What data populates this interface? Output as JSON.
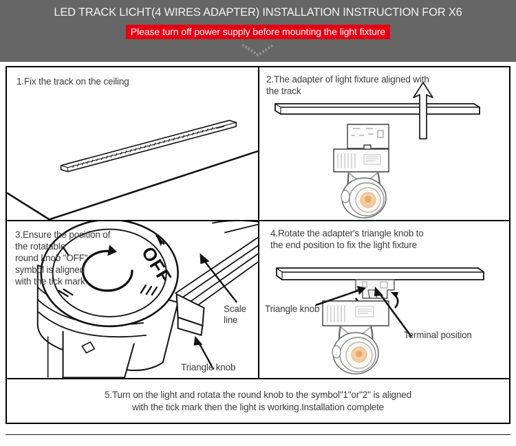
{
  "header": {
    "title": "LED TRACK LICHT(4 WIRES ADAPTER) INSTALLATION INSTRUCTION FOR X6",
    "warning": "Please turn off power supply before mounting the light fixture",
    "chevron_icon": "chevron-down-icon",
    "background_color": "#666666",
    "warning_color": "#e60012",
    "title_color": "#f2f2f2"
  },
  "steps": [
    {
      "number": "1",
      "title": "1.Fix the track on the ceiling",
      "illustration": "ceiling-corner-with-track-rail"
    },
    {
      "number": "2",
      "title": "2.The adapter of light fixture aligned with\n   the track",
      "illustration": "track-rail-and-light-fixture-with-up-arrow"
    },
    {
      "number": "3",
      "title": "3.Ensure the position of\n   the rotatable\n   round knob \"OFF\"\n   symbol is aligned\n   with the tick mark",
      "illustration": "round-knob-closeup",
      "knob": {
        "off_label": "OFF",
        "tick_marks": [
          "/",
          "//",
          "///"
        ],
        "rotation_arrow": "rotate-arrow-icon"
      },
      "callouts": [
        {
          "label": "Scale\nline",
          "name": "scale-line"
        },
        {
          "label": "Triangle knob",
          "name": "triangle-knob"
        }
      ]
    },
    {
      "number": "4",
      "title": "4.Rotate the adapter's triangle knob to\n   the end position to fix the light fixture",
      "illustration": "fixture-mounted-on-track-with-rotation",
      "callouts": [
        {
          "label": "Triangle knob",
          "name": "triangle-knob"
        },
        {
          "label": "Terminal position",
          "name": "terminal-position"
        }
      ]
    },
    {
      "number": "5",
      "title": "5.Turn on the light and rotata the round knob to the symbol\"1\"or\"2\" is aligned\nwith the tick mark then the light is working.Installation complete",
      "illustration": "none"
    }
  ],
  "colors": {
    "line": "#000000",
    "text": "#3a3a3a",
    "lens_glow": "#e8a96b",
    "fixture_body": "#fbfbfb"
  }
}
